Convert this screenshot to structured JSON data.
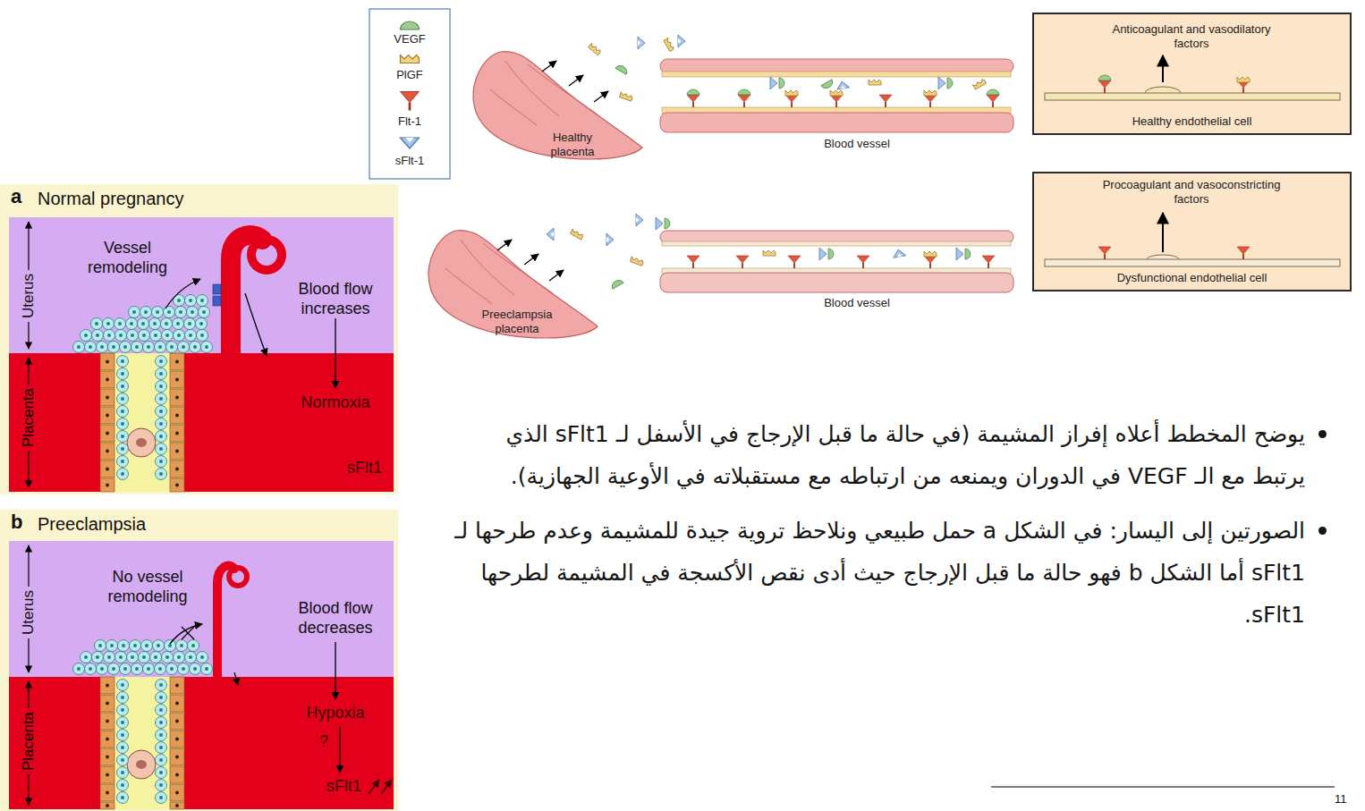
{
  "diagram": {
    "nodes": [
      {
        "text": [
          "Anticoagulant and vasodilatory factors",
          "Healthy endothelial cell"
        ]
      },
      {
        "text": [
          "Procoagulant and vasoconstricting factors",
          "Dysfunctional endothelial cell"
        ]
      },
      {
        "text": [
          "a",
          "Normal pregnancy"
        ]
      },
      {
        "text": [
          "Uterus",
          "Vessel remodeling",
          "Blood flow increases"
        ],
        "in": 2
      },
      {
        "text": [
          "Placenta",
          "Normoxia",
          "sFlt1"
        ],
        "in": 2
      },
      {
        "text": [
          "b",
          "Preeclampsia"
        ]
      },
      {
        "text": [
          "Uterus",
          "No vessel remodeling",
          "Blood flow decreases"
        ],
        "in": 5
      },
      {
        "text": [
          "Placenta",
          "Hypoxia",
          "?",
          "sFlt1"
        ],
        "in": 5
      }
    ],
    "labels": [
      "Healthy placenta",
      "Blood vessel",
      "Preeclampsia placenta",
      "Blood vessel",
      "يوضح المخطط أعلاه إفراز المشيمة (في حالة ما قبل الإرجاج في الأسفل لـ sFlt1 الذي يرتبط مع الـ VEGF في الدوران ويمنعه من ارتباطه مع مستقبلاته في الأوعية الجهازية).",
      "الصورتين إلى اليسار: في الشكل a حمل طبيعي ونلاحظ تروية جيدة للمشيمة وعدم طرحها لـ sFlt1 أما الشكل b فهو حالة ما قبل الإرجاج حيث أدى نقص الأكسجة في المشيمة لطرحها sFlt1.",
      "11"
    ],
    "legend": [
      {
        "text": "VEGF"
      },
      {
        "text": "PlGF"
      },
      {
        "text": "Flt-1"
      },
      {
        "text": "sFlt-1"
      }
    ]
  }
}
